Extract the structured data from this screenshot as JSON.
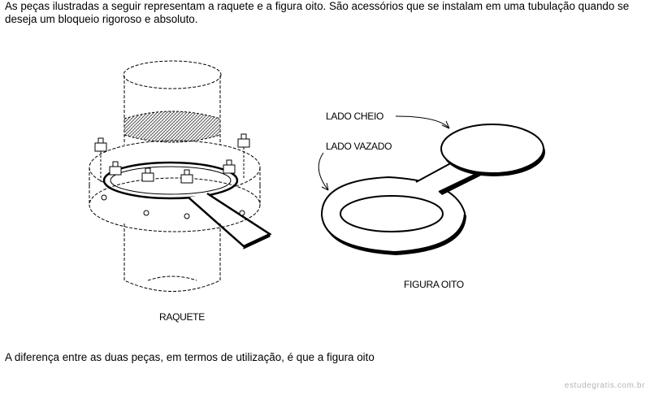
{
  "intro_text": "As peças ilustradas a seguir representam a raquete e a figura oito. São acessórios que se instalam em uma tubulação quando se deseja um bloqueio rigoroso e absoluto.",
  "labels": {
    "raquete": "RAQUETE",
    "figura_oito": "FIGURA OITO",
    "lado_cheio": "LADO CHEIO",
    "lado_vazado": "LADO VAZADO"
  },
  "question_text": "A diferença entre as duas peças, em termos de utilização, é que a figura oito",
  "watermark": "estudegratis.com.br"
}
